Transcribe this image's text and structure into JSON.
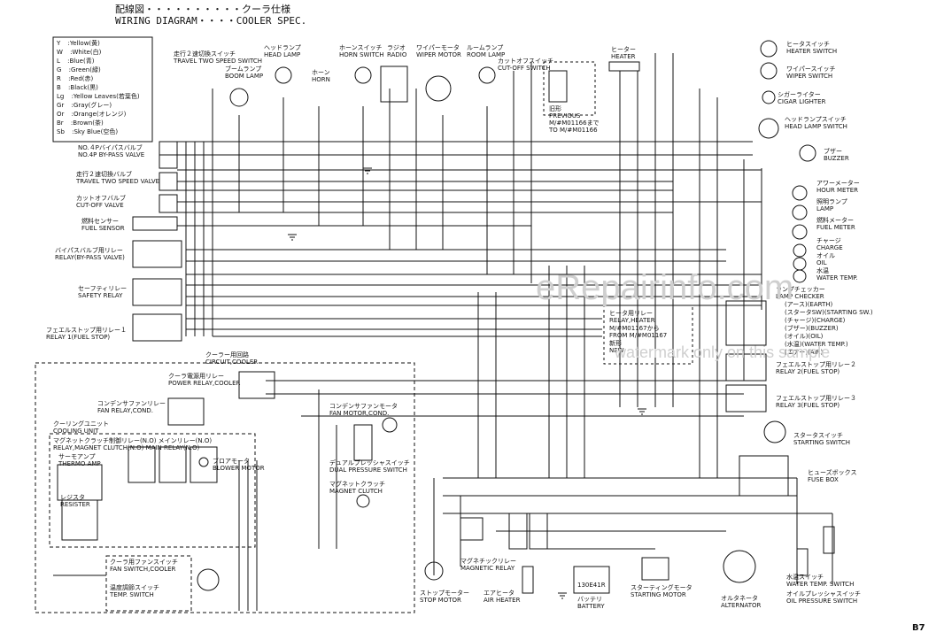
{
  "header": {
    "line1": "配線図・・・・・・・・・・クーラ仕様",
    "line2": "WIRING DIAGRAM・・・・COOLER SPEC."
  },
  "page_number": "B7",
  "watermark": {
    "main": "eRepairinfo.com",
    "sub": "watermark only on this sample"
  },
  "legend": [
    {
      "code": "Y",
      "name": ":Yellow(黄)"
    },
    {
      "code": "W",
      "name": ":White(白)"
    },
    {
      "code": "L",
      "name": ":Blue(青)"
    },
    {
      "code": "G",
      "name": ":Green(緑)"
    },
    {
      "code": "R",
      "name": ":Red(赤)"
    },
    {
      "code": "B",
      "name": ":Black(黒)"
    },
    {
      "code": "Lg",
      "name": ":Yellow Leaves(若葉色)"
    },
    {
      "code": "Gr",
      "name": ":Gray(グレー)"
    },
    {
      "code": "Or",
      "name": ":Orange(オレンジ)"
    },
    {
      "code": "Br",
      "name": ":Brown(茶)"
    },
    {
      "code": "Sb",
      "name": ":Sky Blue(空色)"
    }
  ],
  "components": {
    "travel_switch": [
      "走行２速切換スイッチ",
      "TRAVEL TWO SPEED SWITCH"
    ],
    "boom_lamp": [
      "ブームランプ",
      "BOOM LAMP"
    ],
    "head_lamp": [
      "ヘッドランプ",
      "HEAD LAMP"
    ],
    "horn_switch": [
      "ホーンスイッチ",
      "HORN SWITCH"
    ],
    "horn": [
      "ホーン",
      "HORN"
    ],
    "radio": [
      "ラジオ",
      "RADIO"
    ],
    "wiper_motor": [
      "ワイパーモータ",
      "WIPER MOTOR"
    ],
    "room_lamp": [
      "ルームランプ",
      "ROOM LAMP"
    ],
    "cutoff_switch": [
      "カットオフスイッチ",
      "CUT-OFF SWITCH"
    ],
    "previous": [
      "旧形",
      "PREVIOUS",
      "M/#M01166まで",
      "TO M/#M01166"
    ],
    "heater": [
      "ヒーター",
      "HEATER"
    ],
    "heater_switch": [
      "ヒータスイッチ",
      "HEATER SWITCH"
    ],
    "wiper_switch": [
      "ワイパースイッチ",
      "WIPER SWITCH"
    ],
    "cigar_lighter": [
      "シガーライター",
      "CIGAR LIGHTER"
    ],
    "head_lamp_switch": [
      "ヘッドランプスイッチ",
      "HEAD LAMP SWITCH"
    ],
    "buzzer": [
      "ブザー",
      "BUZZER"
    ],
    "hour_meter": [
      "アワーメーター",
      "HOUR METER"
    ],
    "lamp": [
      "照明ランプ",
      "LAMP"
    ],
    "fuel_meter": [
      "燃料メーター",
      "FUEL METER"
    ],
    "charge": [
      "チャージ",
      "CHARGE"
    ],
    "oil": [
      "オイル",
      "OIL"
    ],
    "water_temp": [
      "水温",
      "WATER TEMP."
    ],
    "lamp_checker": [
      "ランプチェッカー",
      "LAMP CHECKER"
    ],
    "checker_items": [
      "(アース)(EARTH)",
      "(スタータSW)(STARTING SW.)",
      "(チャージ)(CHARGE)",
      "(ブザー)(BUZZER)",
      "(オイル)(OIL)",
      "(水温)(WATER TEMP.)",
      "(エアー)(AIR)"
    ],
    "relay_heater": [
      "ヒータ用リレー",
      "RELAY,HEATER",
      "M/#M01167から",
      "FROM M/#M01167",
      "新形",
      "NEW"
    ],
    "relay2": [
      "フェエルストップ用リレー２",
      "RELAY 2(FUEL STOP)"
    ],
    "relay3": [
      "フェエルストップ用リレー３",
      "RELAY 3(FUEL STOP)"
    ],
    "starting_switch": [
      "スタータスイッチ",
      "STARTING SWITCH"
    ],
    "fuse_box": [
      "ヒューズボックス",
      "FUSE BOX"
    ],
    "bypass_valve": [
      "NO.４Pバイパスバルブ",
      "NO.4P BY-PASS VALVE"
    ],
    "travel_valve": [
      "走行２速切換バルブ",
      "TRAVEL TWO SPEED VALVE"
    ],
    "cutoff_valve": [
      "カットオフバルブ",
      "CUT-OFF VALVE"
    ],
    "fuel_sensor": [
      "燃料センサー",
      "FUEL SENSOR"
    ],
    "bypass_relay": [
      "バイパスバルブ用リレー",
      "RELAY(BY-PASS VALVE)"
    ],
    "safety_relay": [
      "セーフティリレー",
      "SAFETY RELAY"
    ],
    "relay1": [
      "フェエルストップ用リレー１",
      "RELAY 1(FUEL STOP)"
    ],
    "circuit_cooler": [
      "クーラー用回路",
      "CIRCUIT,COOLER"
    ],
    "power_relay": [
      "クーラ電源用リレー",
      "POWER RELAY,COOLER"
    ],
    "fan_relay": [
      "コンデンサファンリレー",
      "FAN RELAY,COND."
    ],
    "fan_motor": [
      "コンデンサファンモータ",
      "FAN MOTOR,COND."
    ],
    "cooling_unit": [
      "クーリングユニット",
      "COOLING UNIT"
    ],
    "clutch_relay": [
      "マグネットクラッチ制御リレー(N.O) メインリレー(N.O)",
      "RELAY,MAGNET CLUTCH(N.O) MAIN RELAY(N.O)"
    ],
    "thermo_amp": [
      "サーモアンプ",
      "THERMO AMP"
    ],
    "blower_motor": [
      "ブロアモータ",
      "BLOWER MOTOR"
    ],
    "dual_pressure": [
      "デュアルプレッシャスイッチ",
      "DUAL PRESSURE SWITCH"
    ],
    "magnet_clutch": [
      "マグネットクラッチ",
      "MAGNET CLUTCH"
    ],
    "resister": [
      "レジスタ",
      "RESISTER"
    ],
    "fan_switch": [
      "クーラ用ファンスイッチ",
      "FAN SWITCH,COOLER"
    ],
    "temp_switch": [
      "温度調節スイッチ",
      "TEMP. SWITCH"
    ],
    "magnetic_relay": [
      "マグネチックリレー",
      "MAGNETIC RELAY"
    ],
    "stop_motor": [
      "ストップモーター",
      "STOP MOTOR"
    ],
    "air_heater": [
      "エアヒータ",
      "AIR HEATER"
    ],
    "battery": [
      "バッテリ",
      "BATTERY"
    ],
    "battery_code": "130E41R",
    "starting_motor": [
      "スターティングモータ",
      "STARTING MOTOR"
    ],
    "alternator": [
      "オルタネータ",
      "ALTERNATOR"
    ],
    "water_temp_switch": [
      "水温スイッチ",
      "WATER TEMP. SWITCH"
    ],
    "oil_pressure_switch": [
      "オイルプレッシャスイッチ",
      "OIL PRESSURE SWITCH"
    ]
  }
}
